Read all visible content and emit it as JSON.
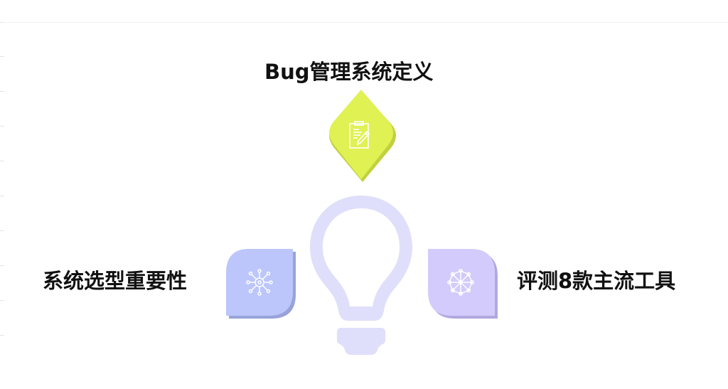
{
  "title": "Bug管理系统定义",
  "items": [
    {
      "label": "Bug管理系统定义",
      "icon": "document-edit-icon",
      "color": "#e0f154",
      "shadow": "#c1d13f"
    },
    {
      "label": "系统选型重要性",
      "icon": "network-hub-icon",
      "color": "#bcc6fb",
      "shadow": "#98a3d9"
    },
    {
      "label": "评测8款主流工具",
      "icon": "network-wheel-icon",
      "color": "#d3cbfb",
      "shadow": "#b1a8e0"
    }
  ],
  "center_icon": "lightbulb-icon",
  "colors": {
    "bulb": "#dfdffb",
    "text": "#111111",
    "background": "#ffffff"
  }
}
